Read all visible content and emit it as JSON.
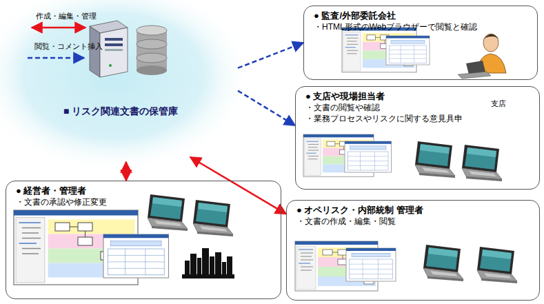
{
  "diagram": {
    "nodes": [
      {
        "text": [
          "■ リスク関連文書の保管庫"
        ]
      },
      {
        "text": [
          "● 監査/外部委託会社",
          "・HTML形式のWebブラウザーで閲覧と確認"
        ]
      },
      {
        "text": [
          "● 支店や現場担当者",
          "・文書の閲覧や確認",
          "・業務プロセスやリスクに関する意見具申"
        ]
      },
      {
        "text": [
          "● 経営者・管理者",
          "・文書の承認や修正変更"
        ]
      },
      {
        "text": [
          "● オペリスク・内部統制 管理者",
          "・文書の作成・編集・閲覧"
        ]
      }
    ],
    "edges": [
      {
        "from": 0,
        "to": 1,
        "arrow": "to"
      },
      {
        "from": 0,
        "to": 2,
        "arrow": "to"
      },
      {
        "from": 0,
        "to": 3,
        "arrow": "both"
      },
      {
        "from": 0,
        "to": 4,
        "arrow": "both"
      }
    ],
    "labels": [
      "作成・編集・管理",
      "閲覧・コメント挿入",
      "支店"
    ]
  }
}
